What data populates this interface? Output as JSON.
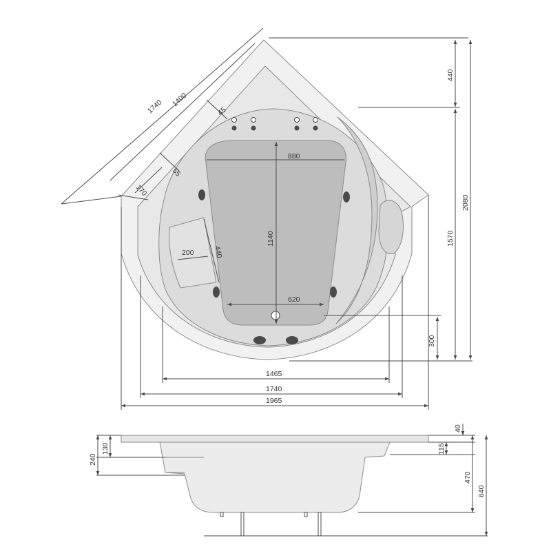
{
  "plan_view": {
    "diagonal_outer": "1740",
    "diagonal_inner": "1400",
    "jet_offset": "45",
    "backrest_offset": "55",
    "rim_offset": "170",
    "floor_width_top": "880",
    "floor_length": "1140",
    "seat_width": "200",
    "seat_length": "440",
    "floor_width_bottom": "620",
    "drain_offset": "300",
    "corner_depth": "440",
    "side_length": "1570",
    "total_depth": "2080",
    "inner_width": "1465",
    "outer_width": "1740",
    "total_width": "1965"
  },
  "side_view": {
    "rim_thickness": "40",
    "rim_height": "115",
    "seat_height": "130",
    "step_height": "240",
    "bath_depth": "470",
    "total_height": "640"
  },
  "colors": {
    "line": "#4a4a4a",
    "tub_fill": "#ececec",
    "floor_fill": "#bdbdbd",
    "text": "#333333"
  }
}
